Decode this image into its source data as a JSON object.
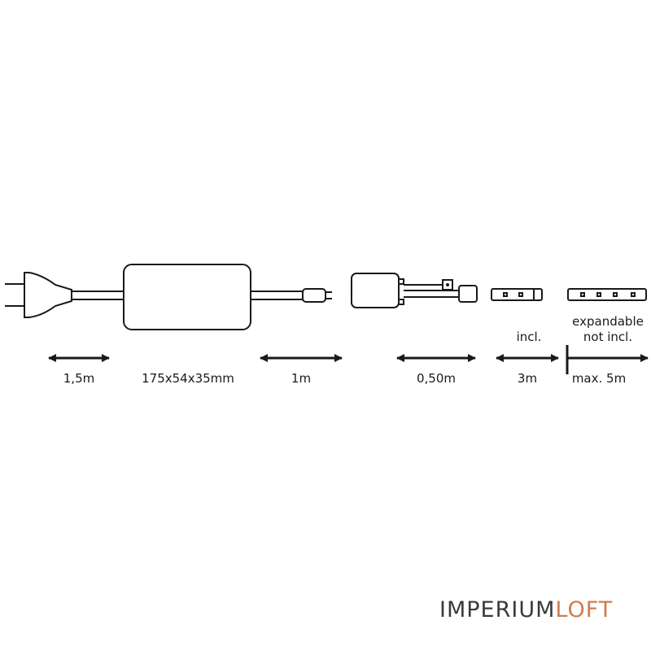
{
  "dimensions": {
    "plug_cable": "1,5m",
    "power_supply": "175x54x35mm",
    "supply_cable": "1m",
    "controller_cable": "0,50m",
    "strip_included": "3m",
    "strip_expandable": "max. 5m"
  },
  "notes": {
    "included": "incl.",
    "expandable_line1": "expandable",
    "expandable_line2": "not incl."
  },
  "watermark": {
    "part1": "IMPERIUM",
    "part2": "LOFT",
    "color1": "#3a3a3a",
    "color2": "#d27b4d"
  },
  "colors": {
    "line": "#1a1a1a",
    "background": "#ffffff"
  }
}
